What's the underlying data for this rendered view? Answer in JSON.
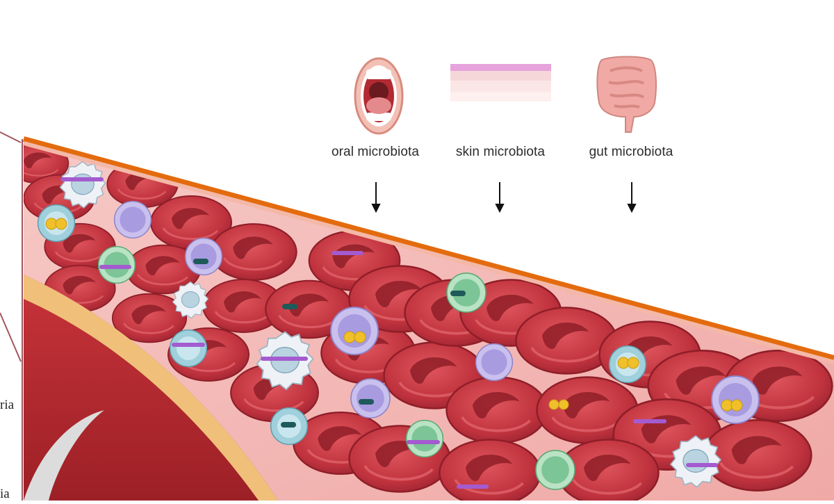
{
  "sources": [
    {
      "label": "oral microbiota",
      "icon": "mouth-icon"
    },
    {
      "label": "skin microbiota",
      "icon": "skin-layers-icon"
    },
    {
      "label": "gut microbiota",
      "icon": "intestine-icon"
    }
  ],
  "side_labels": [
    "ria",
    "ia"
  ],
  "colors": {
    "vessel_border": "#e36b0e",
    "plasma": "#f2b6b4",
    "rbc": "#c0333e",
    "rbc_dark": "#8f1e28",
    "wall": "#b02a2e",
    "wall_band": "#f0c07a",
    "bacteria": "#a45bd0",
    "nucleus_yellow": "#f0c02a"
  }
}
